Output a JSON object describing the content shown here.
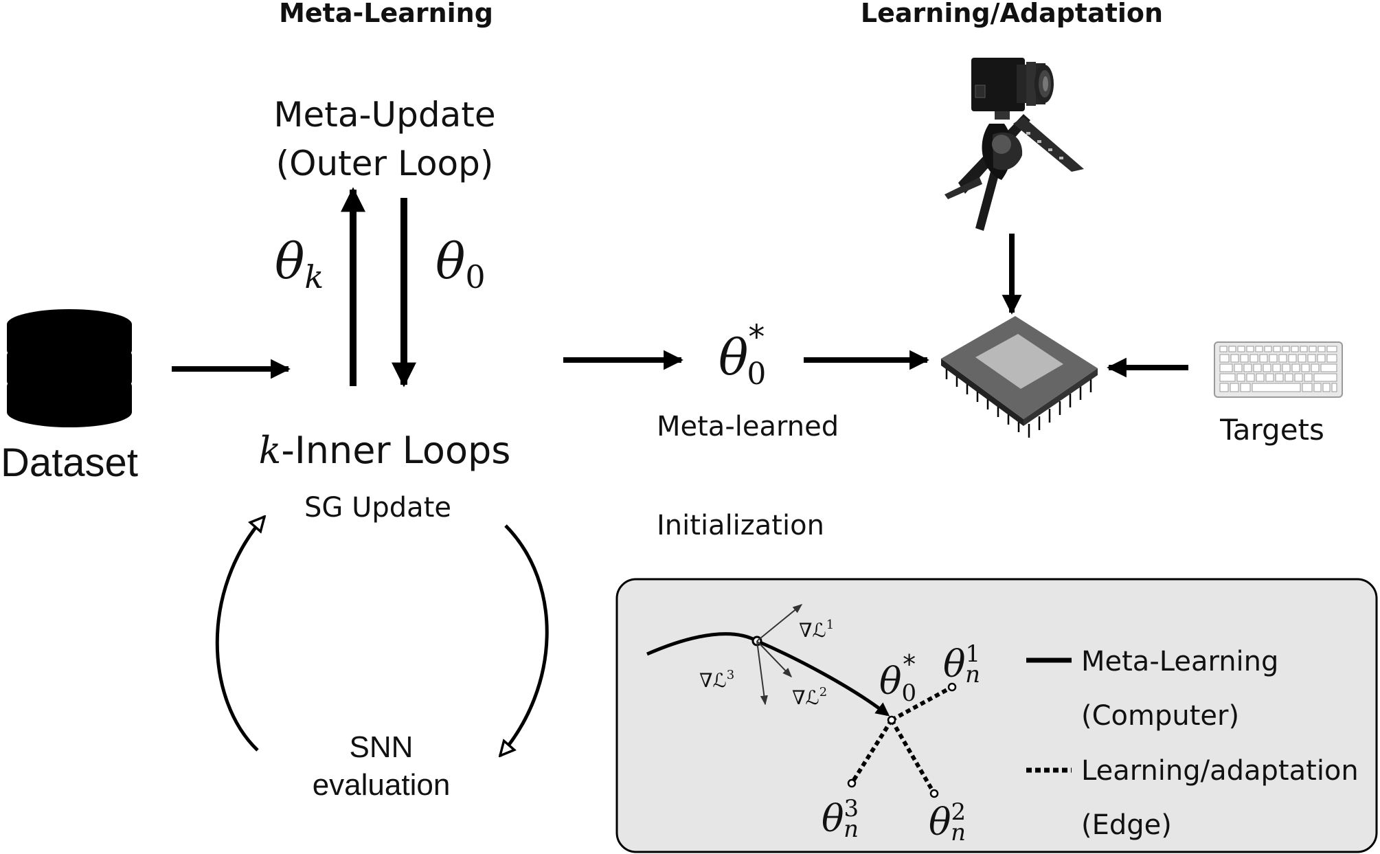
{
  "headers": {
    "meta_learning": "Meta-Learning",
    "learning_adaptation": "Learning/Adaptation"
  },
  "meta_update": {
    "line1": "Meta-Update",
    "line2": "(Outer Loop)"
  },
  "symbols": {
    "theta": "θ",
    "sub_k": "k",
    "sub_0": "0",
    "star": "*",
    "sub_n": "n",
    "sup_1": "1",
    "sup_2": "2",
    "sup_3": "3",
    "nabla_L": "∇ℒ"
  },
  "dataset_label": "Dataset",
  "inner_loops": {
    "k": "k",
    "label": "-Inner Loops",
    "sg_update": "SG Update"
  },
  "snn": {
    "line1": "SNN",
    "line2": "evaluation"
  },
  "meta_learned": {
    "line1": "Meta-learned",
    "line2": "Initialization"
  },
  "targets_label": "Targets",
  "legend": {
    "solid_line1": "Meta-Learning",
    "solid_line2": "(Computer)",
    "dotted_line1": "Learning/adaptation",
    "dotted_line2": "(Edge)"
  }
}
